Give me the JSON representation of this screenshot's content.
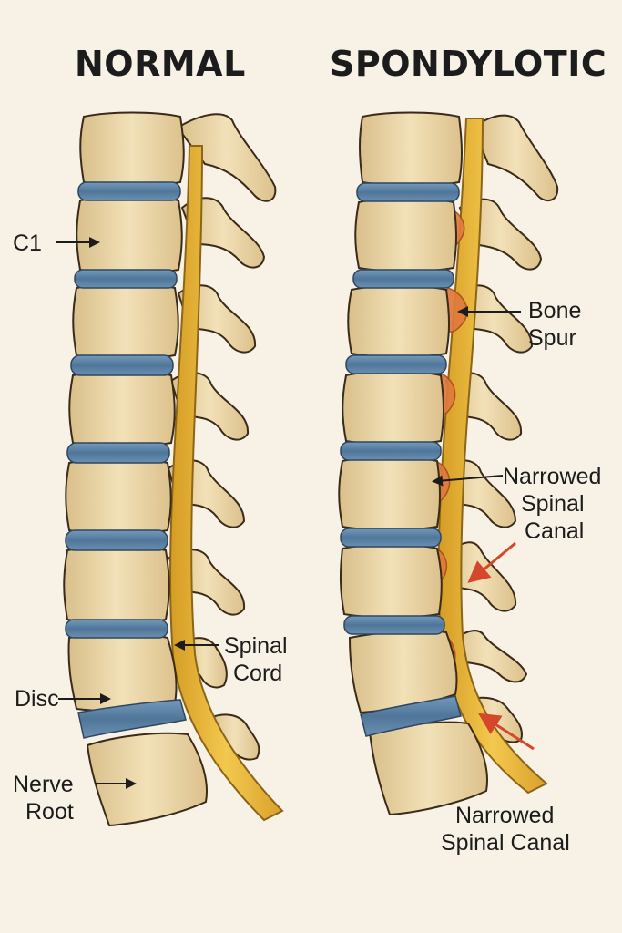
{
  "titles": {
    "normal": "NORMAL",
    "spondylotic": "SPONDYLOTIC"
  },
  "labels": {
    "c1": "C1",
    "disc": "Disc",
    "nerve_root_1": "Nerve",
    "nerve_root_2": "Root",
    "spinal_cord_1": "Spinal",
    "spinal_cord_2": "Cord",
    "bone_spur_1": "Bone",
    "bone_spur_2": "Spur",
    "narrowed_mid_1": "Narrowed",
    "narrowed_mid_2": "Spinal",
    "narrowed_mid_3": "Canal",
    "narrowed_bottom_1": "Narrowed",
    "narrowed_bottom_2": "Spinal Canal"
  },
  "colors": {
    "bone": "#ecd7a6",
    "bone_outline": "#3a2a18",
    "disc": "#5b82a6",
    "cord": "#e5b437",
    "spur": "#e07a3c",
    "arrow": "#d5472b"
  }
}
